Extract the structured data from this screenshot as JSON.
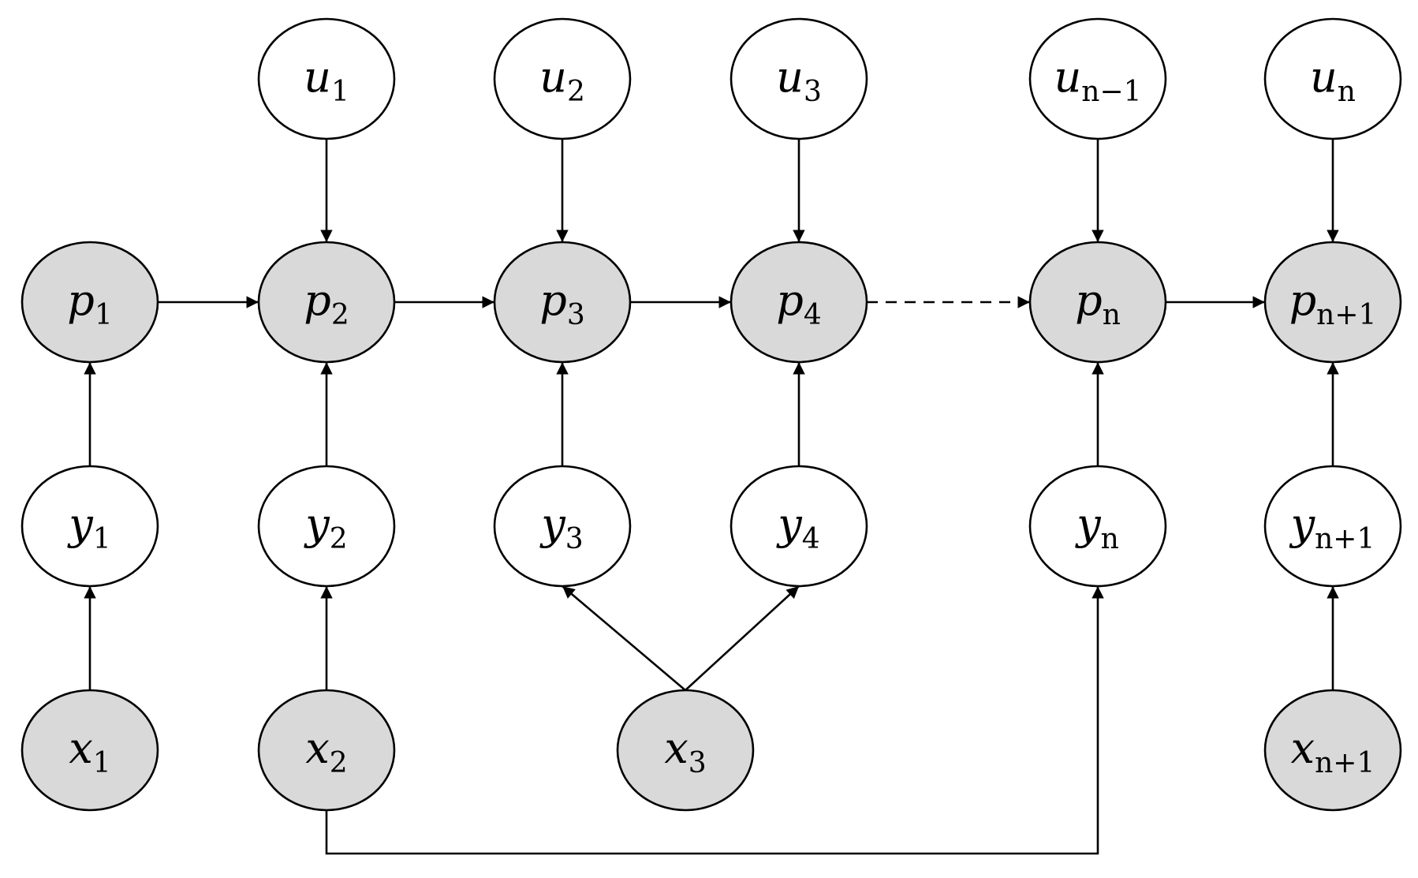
{
  "colors": {
    "shaded": "#d9d9d9",
    "open": "#ffffff",
    "stroke": "#000000"
  },
  "nodes": [
    {
      "id": "u1",
      "base": "u",
      "sub": "1",
      "shaded": false
    },
    {
      "id": "u2",
      "base": "u",
      "sub": "2",
      "shaded": false
    },
    {
      "id": "u3",
      "base": "u",
      "sub": "3",
      "shaded": false
    },
    {
      "id": "un1",
      "base": "u",
      "sub": "n−1",
      "shaded": false
    },
    {
      "id": "un",
      "base": "u",
      "sub": "n",
      "shaded": false
    },
    {
      "id": "p1",
      "base": "p",
      "sub": "1",
      "shaded": true
    },
    {
      "id": "p2",
      "base": "p",
      "sub": "2",
      "shaded": true
    },
    {
      "id": "p3",
      "base": "p",
      "sub": "3",
      "shaded": true
    },
    {
      "id": "p4",
      "base": "p",
      "sub": "4",
      "shaded": true
    },
    {
      "id": "pn",
      "base": "p",
      "sub": "n",
      "shaded": true
    },
    {
      "id": "pn1",
      "base": "p",
      "sub": "n+1",
      "shaded": true
    },
    {
      "id": "y1",
      "base": "y",
      "sub": "1",
      "shaded": false
    },
    {
      "id": "y2",
      "base": "y",
      "sub": "2",
      "shaded": false
    },
    {
      "id": "y3",
      "base": "y",
      "sub": "3",
      "shaded": false
    },
    {
      "id": "y4",
      "base": "y",
      "sub": "4",
      "shaded": false
    },
    {
      "id": "yn",
      "base": "y",
      "sub": "n",
      "shaded": false
    },
    {
      "id": "yn1",
      "base": "y",
      "sub": "n+1",
      "shaded": false
    },
    {
      "id": "x1",
      "base": "x",
      "sub": "1",
      "shaded": true
    },
    {
      "id": "x2",
      "base": "x",
      "sub": "2",
      "shaded": true
    },
    {
      "id": "x3",
      "base": "x",
      "sub": "3",
      "shaded": true
    },
    {
      "id": "xn1",
      "base": "x",
      "sub": "n+1",
      "shaded": true
    }
  ],
  "edges": [
    {
      "from": "u1",
      "to": "p2"
    },
    {
      "from": "u2",
      "to": "p3"
    },
    {
      "from": "u3",
      "to": "p4"
    },
    {
      "from": "un1",
      "to": "pn"
    },
    {
      "from": "un",
      "to": "pn1"
    },
    {
      "from": "p1",
      "to": "p2"
    },
    {
      "from": "p2",
      "to": "p3"
    },
    {
      "from": "p3",
      "to": "p4"
    },
    {
      "from": "p4",
      "to": "pn",
      "style": "dashed"
    },
    {
      "from": "pn",
      "to": "pn1"
    },
    {
      "from": "y1",
      "to": "p1"
    },
    {
      "from": "y2",
      "to": "p2"
    },
    {
      "from": "y3",
      "to": "p3"
    },
    {
      "from": "y4",
      "to": "p4"
    },
    {
      "from": "yn",
      "to": "pn"
    },
    {
      "from": "yn1",
      "to": "pn1"
    },
    {
      "from": "x1",
      "to": "y1"
    },
    {
      "from": "x2",
      "to": "y2"
    },
    {
      "from": "x3",
      "to": "y3"
    },
    {
      "from": "x3",
      "to": "y4"
    },
    {
      "from": "x2",
      "to": "yn",
      "style": "routed"
    },
    {
      "from": "xn1",
      "to": "yn1"
    }
  ]
}
